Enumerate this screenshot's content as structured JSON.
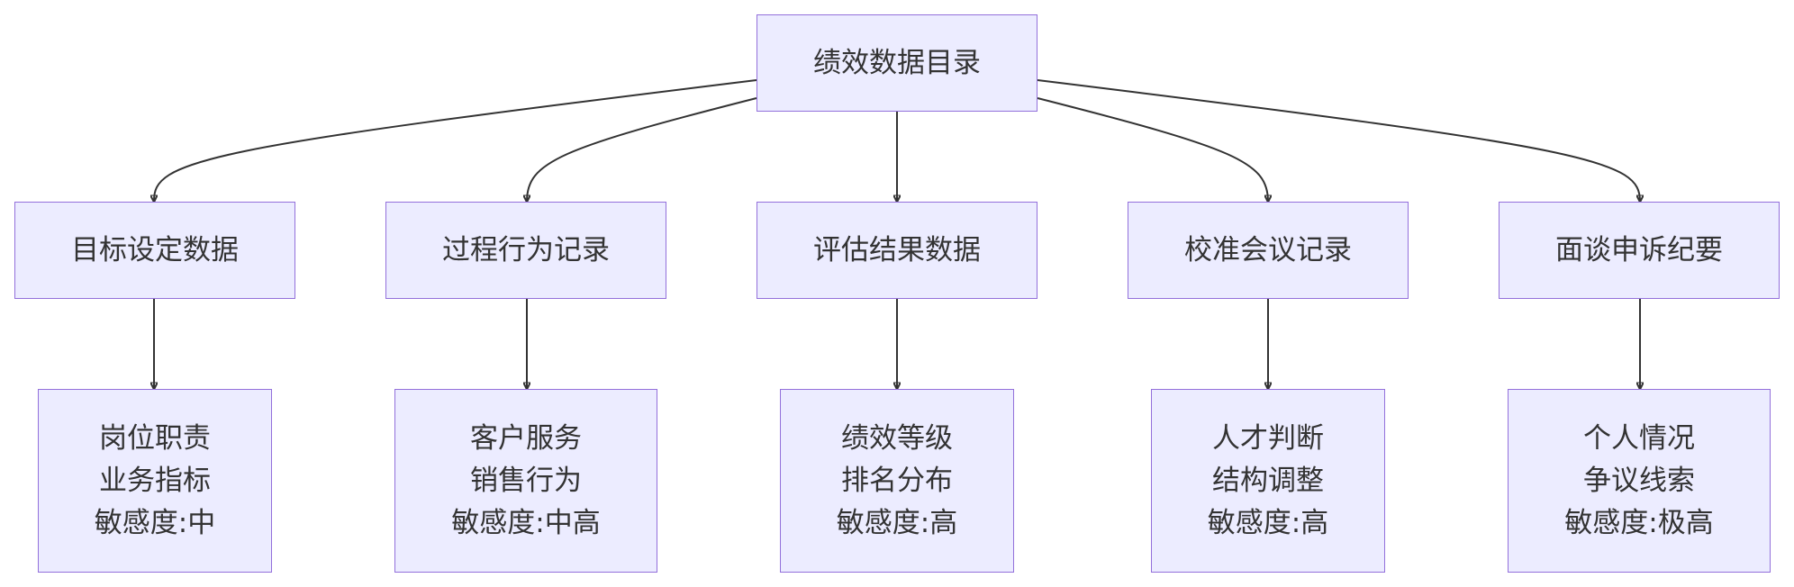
{
  "diagram": {
    "root": {
      "label": "绩效数据目录"
    },
    "categories": [
      {
        "label": "目标设定数据",
        "details": [
          "岗位职责",
          "业务指标",
          "敏感度:中"
        ]
      },
      {
        "label": "过程行为记录",
        "details": [
          "客户服务",
          "销售行为",
          "敏感度:中高"
        ]
      },
      {
        "label": "评估结果数据",
        "details": [
          "绩效等级",
          "排名分布",
          "敏感度:高"
        ]
      },
      {
        "label": "校准会议记录",
        "details": [
          "人才判断",
          "结构调整",
          "敏感度:高"
        ]
      },
      {
        "label": "面谈申诉纪要",
        "details": [
          "个人情况",
          "争议线索",
          "敏感度:极高"
        ]
      }
    ],
    "colors": {
      "node_fill": "#ececff",
      "node_border": "#9370db",
      "edge": "#333333",
      "text": "#333333"
    }
  }
}
